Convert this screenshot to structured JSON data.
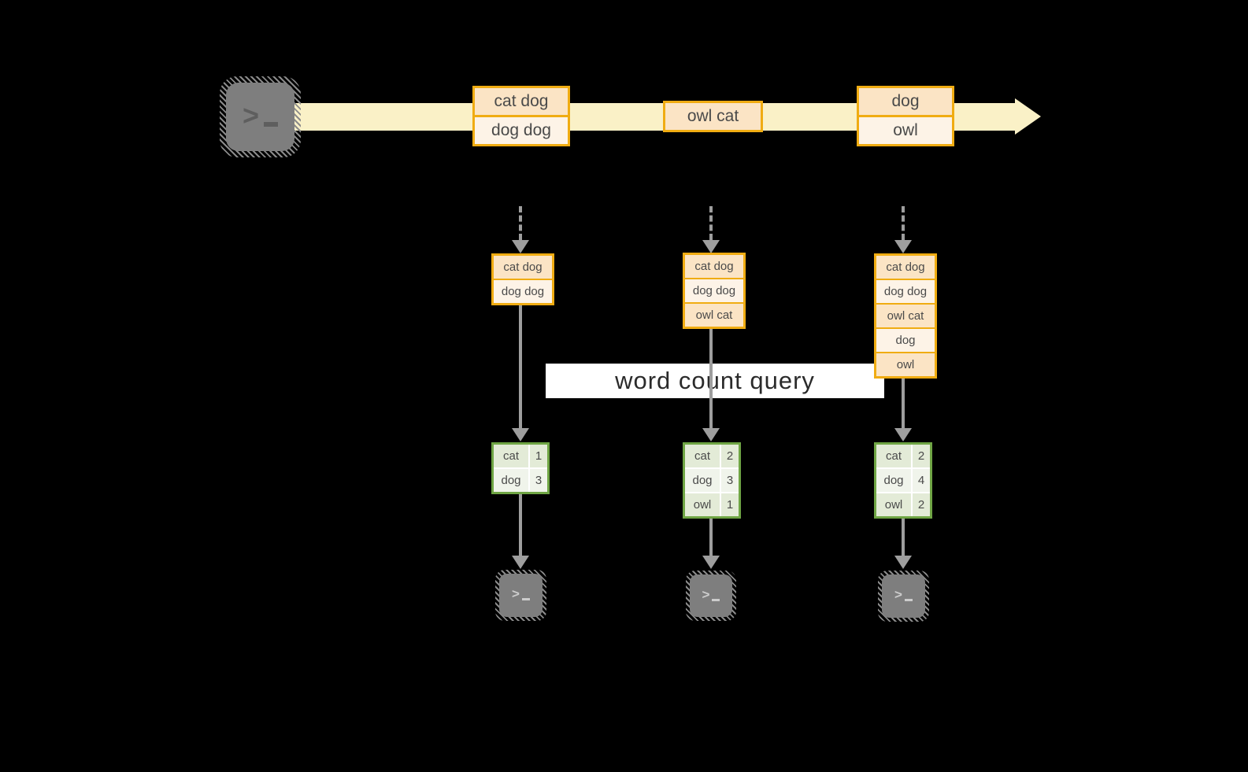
{
  "colors": {
    "stream_fill": "#FAF1C7",
    "box_border": "#F0AC12",
    "box_fill_dark": "#FBE4C5",
    "box_fill_light": "#FDF3E7",
    "table_border": "#6FA544",
    "cell_fill_dark": "#E3EBD7",
    "cell_fill_light": "#F0F4EB",
    "arrow_gray": "#9E9E9E",
    "terminal_gray": "#7E7E7E",
    "band_bg": "#FFFFFF",
    "text_dark": "#4A4A4A"
  },
  "icons": {
    "prompt": ">"
  },
  "query_band": {
    "label": "word count query"
  },
  "stream": {
    "batches": [
      {
        "rows": [
          "cat dog",
          "dog dog"
        ]
      },
      {
        "rows": [
          "owl cat"
        ]
      },
      {
        "rows": [
          "dog",
          "owl"
        ]
      }
    ]
  },
  "columns": [
    {
      "state_rows": [
        "cat dog",
        "dog dog"
      ],
      "count_rows": [
        {
          "word": "cat",
          "count": "1"
        },
        {
          "word": "dog",
          "count": "3"
        }
      ]
    },
    {
      "state_rows": [
        "cat dog",
        "dog dog",
        "owl cat"
      ],
      "count_rows": [
        {
          "word": "cat",
          "count": "2"
        },
        {
          "word": "dog",
          "count": "3"
        },
        {
          "word": "owl",
          "count": "1"
        }
      ]
    },
    {
      "state_rows": [
        "cat dog",
        "dog dog",
        "owl cat",
        "dog",
        "owl"
      ],
      "count_rows": [
        {
          "word": "cat",
          "count": "2"
        },
        {
          "word": "dog",
          "count": "4"
        },
        {
          "word": "owl",
          "count": "2"
        }
      ]
    }
  ]
}
